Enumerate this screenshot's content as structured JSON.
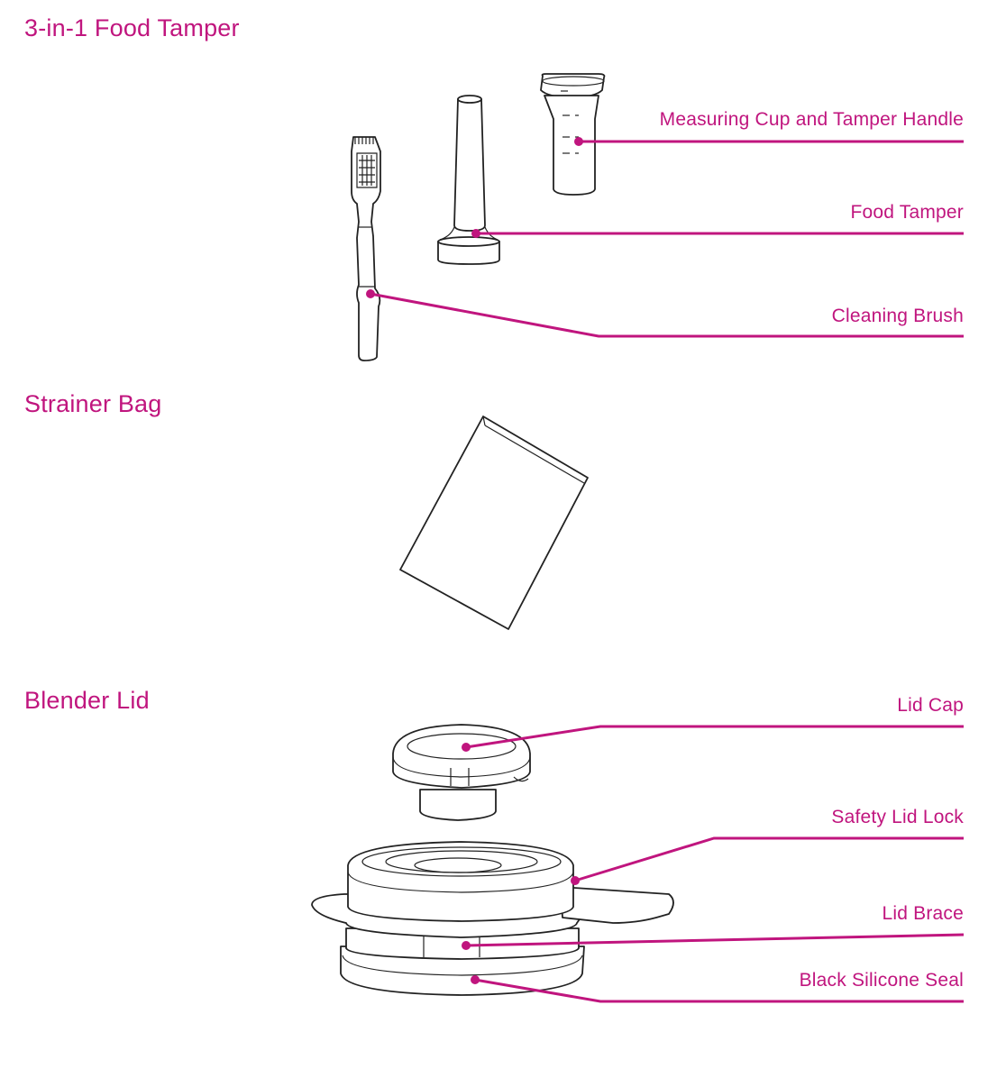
{
  "colors": {
    "accent": "#c0157e",
    "line": "#222222",
    "background": "#ffffff"
  },
  "sections": {
    "tamper": {
      "title": "3-in-1 Food Tamper",
      "labels": {
        "measuring_cup": "Measuring Cup and Tamper Handle",
        "food_tamper": "Food Tamper",
        "cleaning_brush": "Cleaning Brush"
      }
    },
    "strainer": {
      "title": "Strainer Bag"
    },
    "lid": {
      "title": "Blender Lid",
      "labels": {
        "lid_cap": "Lid Cap",
        "safety_lid_lock": "Safety Lid Lock",
        "lid_brace": "Lid Brace",
        "silicone_seal": "Black Silicone Seal"
      }
    }
  }
}
